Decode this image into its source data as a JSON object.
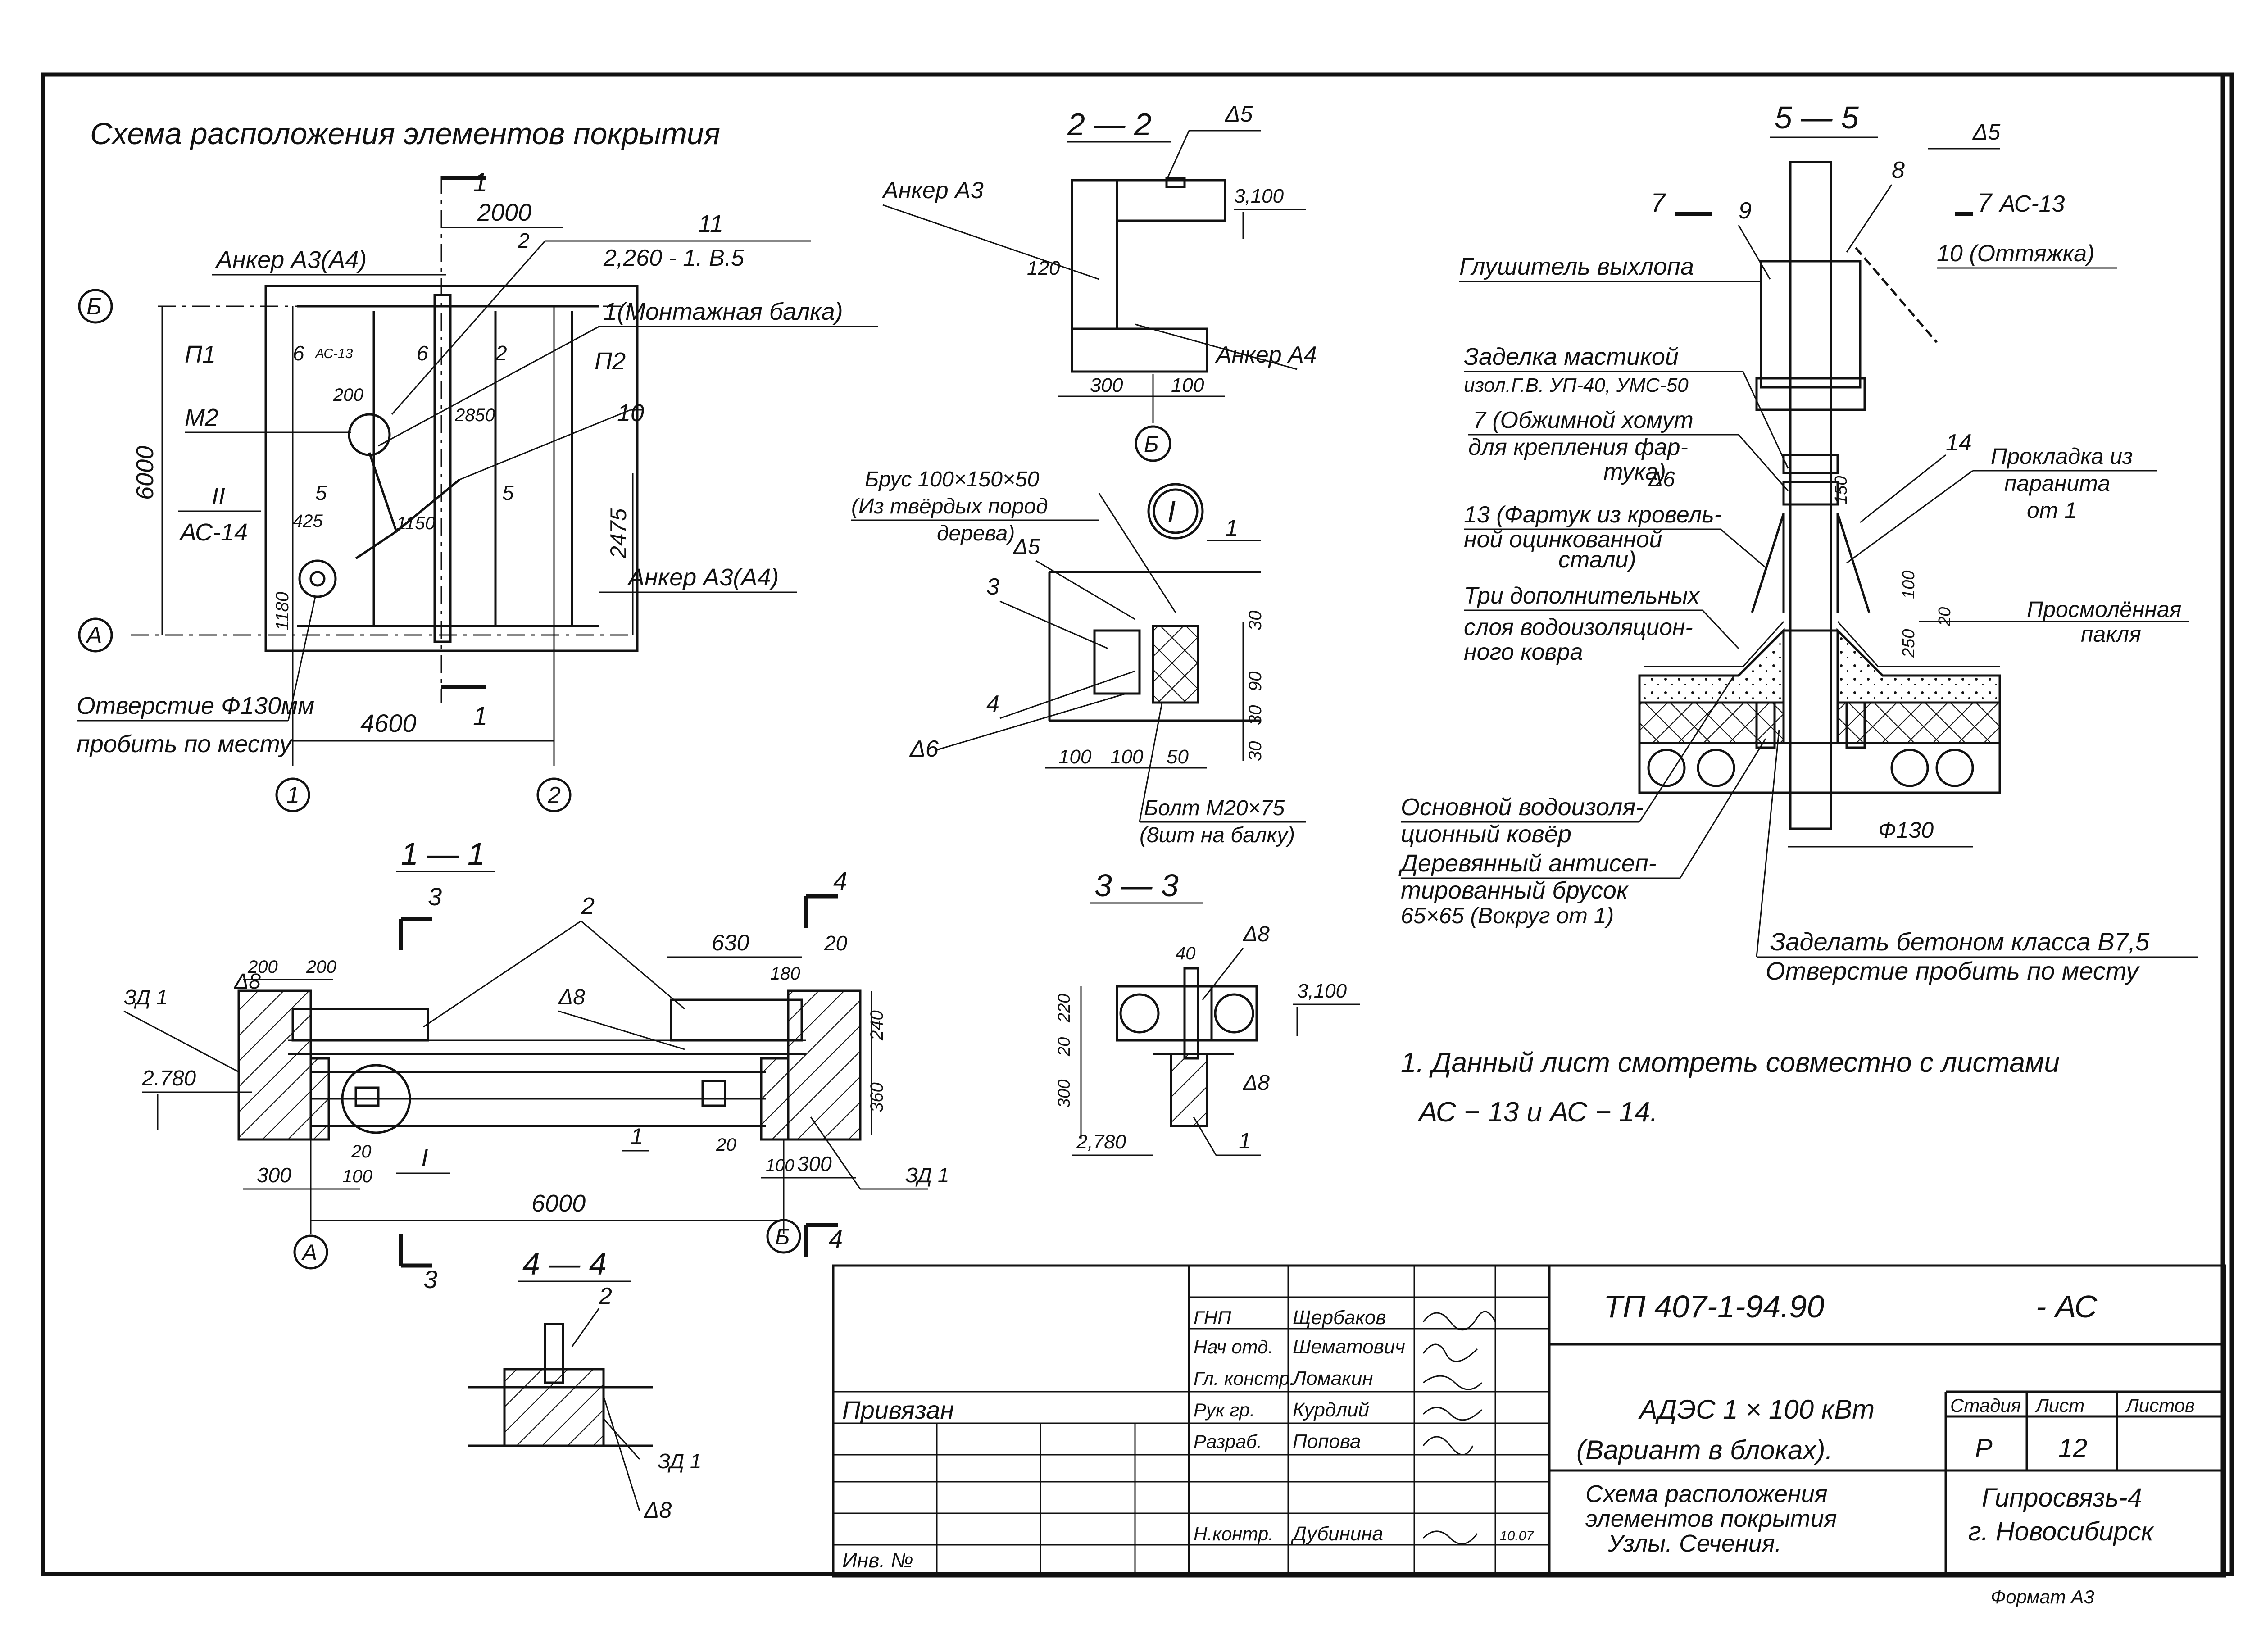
{
  "plan": {
    "title": "Схема расположения элементов покрытия",
    "dim_2000": "2000",
    "mark_2a": "2",
    "mark_2b": "2",
    "lbl_11": "11",
    "lbl_2260": "2,260 - 1. В.5",
    "lbl_anchor_top": "Анкер А3(А4)",
    "lbl_mont": "1(Монтажная балка)",
    "lbl_p1": "П1",
    "lbl_p2": "П2",
    "sec6_l": "6",
    "sec6_r": "6",
    "sec6_ref": "АС-13",
    "lbl_200": "200",
    "lbl_2850": "2850",
    "lbl_m2": "М2",
    "lbl_10": "10",
    "dim_6000": "6000",
    "dim_2475": "2475",
    "ref_ii": "II",
    "ref_ac14": "АС-14",
    "dim_425": "425",
    "dim_1150": "1150",
    "dim_1180": "1180",
    "sec5_l": "5",
    "sec5_r": "5",
    "lbl_anchor_right": "Анкер А3(А4)",
    "axis_b": "Б",
    "axis_a": "А",
    "hole_1": "Отверстие Ф130мм",
    "hole_2": "пробить по месту",
    "dim_4600": "4600",
    "axis_1": "1",
    "axis_2": "2",
    "cut1_top": "1",
    "cut1_bot": "1"
  },
  "sec22": {
    "title": "2 — 2",
    "weld": "Δ5",
    "anchor3": "Анкер А3",
    "lvl": "3,100",
    "dim_120": "120",
    "anchor4": "Анкер А4",
    "dim_300": "300",
    "dim_100": "100",
    "axis": "Б"
  },
  "node1": {
    "roman": "I",
    "brus1": "Брус 100×150×50",
    "brus2": "(Из твёрдых пород",
    "brus3": "дерева)",
    "weld5": "Δ5",
    "m1": "1",
    "m3": "3",
    "m4": "4",
    "weld6": "Δ6",
    "d30a": "30",
    "d90": "90",
    "d30b": "30",
    "d30c": "30",
    "d100a": "100",
    "d100b": "100",
    "d50": "50",
    "bolt1": "Болт М20×75",
    "bolt2": "(8шт на балку)"
  },
  "sec55": {
    "title": "5 — 5",
    "weld": "Δ5",
    "m8": "8",
    "cut7a": "7",
    "m9": "9",
    "cut7b": "7",
    "ref": "АС-13",
    "guy": "10 (Оттяжка)",
    "muffler": "Глушитель выхлопа",
    "mastic1": "Заделка мастикой",
    "mastic2": "изол.Г.В. УП-40, УМС-50",
    "clamp1": "7 (Обжимной хомут",
    "clamp2": "для крепления фар-",
    "clamp3": "тука)",
    "weld6": "Δ6",
    "apron1": "13 (Фартук из кровель-",
    "apron2": "ной оцинкованной",
    "apron3": "стали)",
    "m14": "14",
    "d150": "150",
    "gasket1": "Прокладка из",
    "gasket2": "паранита",
    "gasket3": "от 1",
    "d100": "100",
    "d20": "20",
    "d250": "250",
    "tow1": "Просмолённая",
    "tow2": "пакля",
    "three1": "Три дополнительных",
    "three2": "слоя водоизоляцион-",
    "three3": "ного ковра",
    "main1": "Основной водоизоля-",
    "main2": "ционный ковёр",
    "wood1": "Деревянный антисеп-",
    "wood2": "тированный брусок",
    "wood3": "65×65 (Вокруг от 1)",
    "d130": "Ф130",
    "concrete": "Заделать бетоном класса В7,5",
    "hole": "Отверстие пробить по месту"
  },
  "sec11": {
    "title": "1 — 1",
    "cut3_top": "3",
    "cut4_top": "4",
    "m2": "2",
    "d630": "630",
    "d20a": "20",
    "d180": "180",
    "w8a": "Δ8",
    "d200a": "200",
    "d200b": "200",
    "w8b": "Δ8",
    "zd1a": "ЗД 1",
    "d240": "240",
    "d2780": "2.780",
    "d360": "360",
    "node": "I",
    "m1": "1",
    "d20b": "20",
    "d20c": "20",
    "d100": "100",
    "d300a": "300",
    "d300b": "300",
    "d100b": "100",
    "zd1b": "ЗД 1",
    "d6000": "6000",
    "axis_a": "А",
    "axis_b": "Б",
    "cut3_bot": "3",
    "cut4_bot": "4"
  },
  "sec33": {
    "title": "3 — 3",
    "d40": "40",
    "w8a": "Δ8",
    "d220": "220",
    "lvl": "3,100",
    "d20": "20",
    "d300": "300",
    "w8b": "Δ8",
    "d2780": "2,780",
    "m1": "1"
  },
  "sec44": {
    "title": "4 — 4",
    "m2": "2",
    "zd1": "ЗД 1",
    "w8": "Δ8"
  },
  "notes": {
    "line1": "1. Данный лист смотреть совместно с листами",
    "line2": "АС − 13 и АС − 14."
  },
  "stamp": {
    "code": "ТП 407-1-94.90",
    "suffix": "- АС",
    "roles": [
      "ГНП",
      "Нач отд.",
      "Гл. констр.",
      "Рук гр.",
      "Разраб.",
      "Н.контр."
    ],
    "names": [
      "Щербаков",
      "Шематович",
      "Ломакин",
      "Курдлий",
      "Попова",
      "Дубинина"
    ],
    "date": "10.07",
    "tied": "Привязан",
    "inv": "Инв. №",
    "project1": "АДЭС   1 × 100 кВт",
    "project2": "(Вариант в блоках).",
    "stage_h": "Стадия",
    "sheet_h": "Лист",
    "sheets_h": "Листов",
    "stage": "Р",
    "sheet": "12",
    "desc1": "Схема расположения",
    "desc2": "элементов покрытия",
    "desc3": "Узлы. Сечения.",
    "org1": "Гипросвязь-4",
    "org2": "г. Новосибирск",
    "format": "Формат А3"
  }
}
